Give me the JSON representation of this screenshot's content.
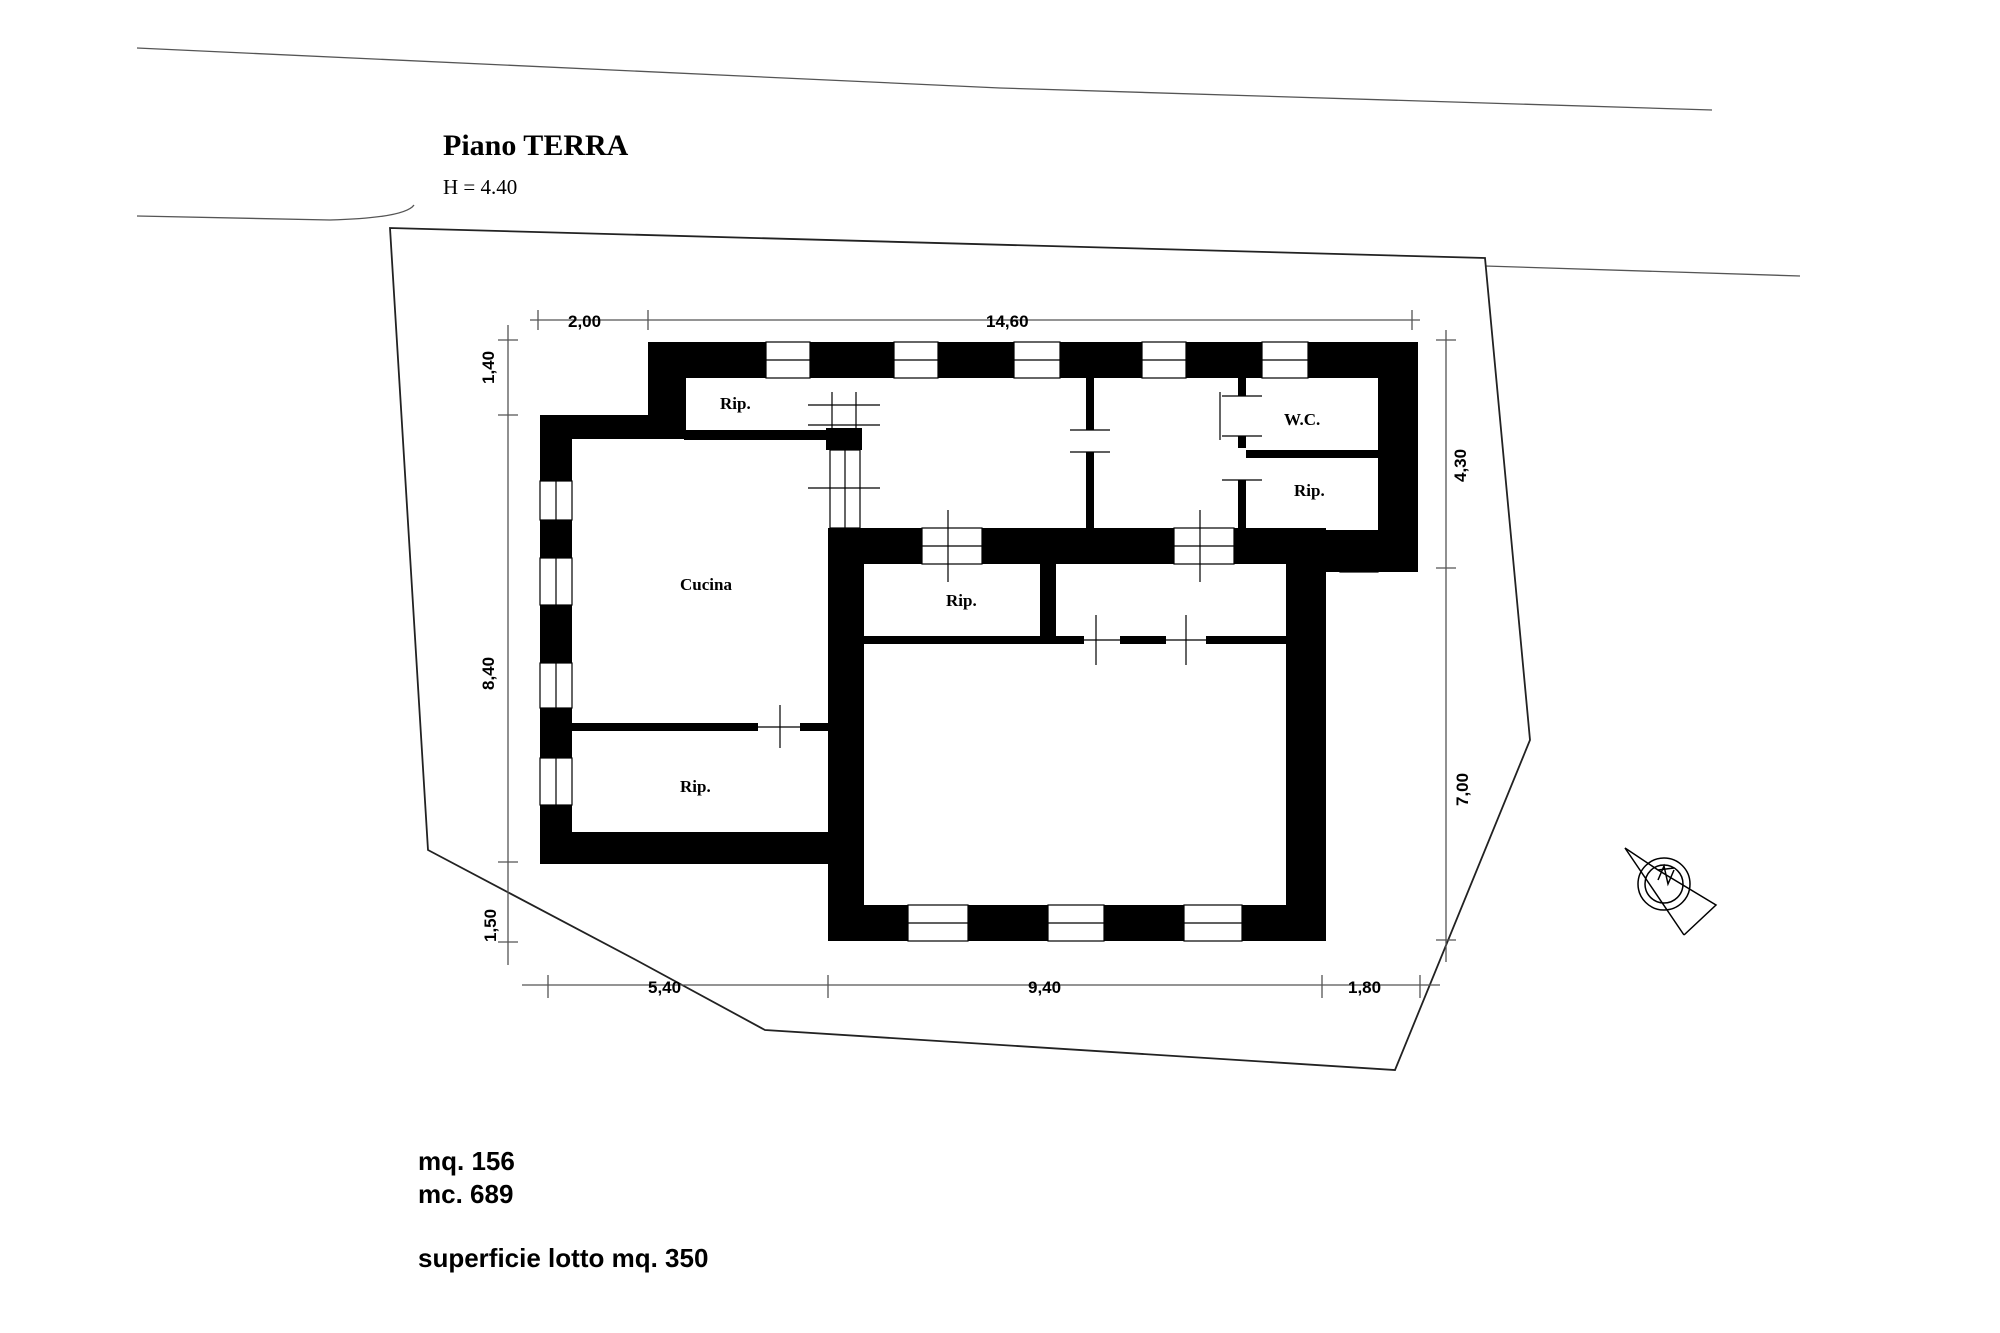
{
  "title": "Piano TERRA",
  "height_label": "H = 4.40",
  "rooms": {
    "rip_top": "Rip.",
    "wc": "W.C.",
    "rip_right": "Rip.",
    "cucina": "Cucina",
    "rip_center": "Rip.",
    "rip_bottom": "Rip."
  },
  "dimensions": {
    "top_left": "2,00",
    "top_main": "14,60",
    "left_top": "1,40",
    "left_main": "8,40",
    "left_bottom": "1,50",
    "right_top": "4,30",
    "right_bottom": "7,00",
    "bottom_left": "5,40",
    "bottom_main": "9,40",
    "bottom_right": "1,80"
  },
  "stats": {
    "area": "mq. 156",
    "volume": "mc. 689",
    "lot": "superficie lotto mq. 350"
  },
  "icons": {
    "north_arrow": "north-arrow-icon"
  }
}
